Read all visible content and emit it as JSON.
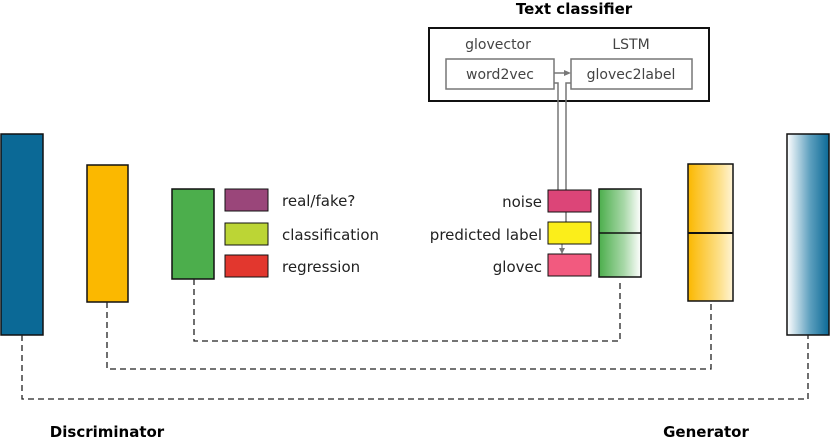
{
  "titles": {
    "text_classifier": "Text classifier",
    "discriminator": "Discriminator",
    "generator": "Generator"
  },
  "text_classifier": {
    "left_header": "glovector",
    "right_header": "LSTM",
    "left_box": "word2vec",
    "right_box": "glovec2label"
  },
  "discriminator_outputs": [
    {
      "label": "real/fake?",
      "color": "#9a467a"
    },
    {
      "label": "classification",
      "color": "#bcd535"
    },
    {
      "label": "regression",
      "color": "#e2372e"
    }
  ],
  "generator_inputs": [
    {
      "label": "noise",
      "color": "#dc4578"
    },
    {
      "label": "predicted label",
      "color": "#fbee1a"
    },
    {
      "label": "glovec",
      "color": "#f25a7f"
    }
  ],
  "colors": {
    "blue": "#0b6996",
    "orange": "#fbb800",
    "green": "#4cae4c",
    "line": "#222222"
  }
}
